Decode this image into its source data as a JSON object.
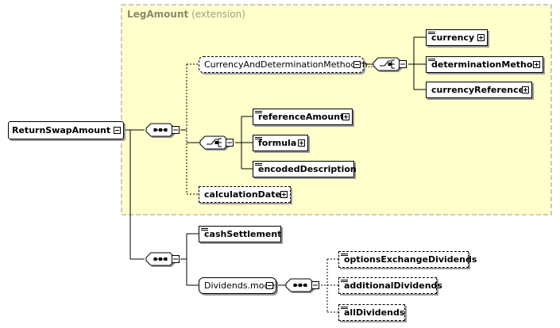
{
  "extension": {
    "title": "LegAmount",
    "subtitle": "(extension)"
  },
  "root": {
    "label": "ReturnSwapAmount"
  },
  "group_currency_determination": {
    "label": "CurrencyAndDeterminationMethod.m..."
  },
  "elements": {
    "currency": "currency",
    "determination_method": "determinationMethod",
    "currency_reference": "currencyReference",
    "reference_amount": "referenceAmount",
    "formula": "formula",
    "encoded_description": "encodedDescription",
    "calculation_dates": "calculationDates",
    "cash_settlement": "cashSettlement",
    "options_exchange_dividends": "optionsExchangeDividends",
    "additional_dividends": "additionalDividends",
    "all_dividends": "allDividends"
  },
  "group_dividends": {
    "label": "Dividends.model"
  },
  "colors": {
    "extension_fill": "#ffffcc",
    "extension_border": "#999999",
    "shadow": "#9a9a9a"
  },
  "icons": [
    "sequence-compositor-icon",
    "choice-compositor-icon",
    "expand-plus-icon",
    "collapse-minus-icon",
    "documentation-lines-icon"
  ]
}
